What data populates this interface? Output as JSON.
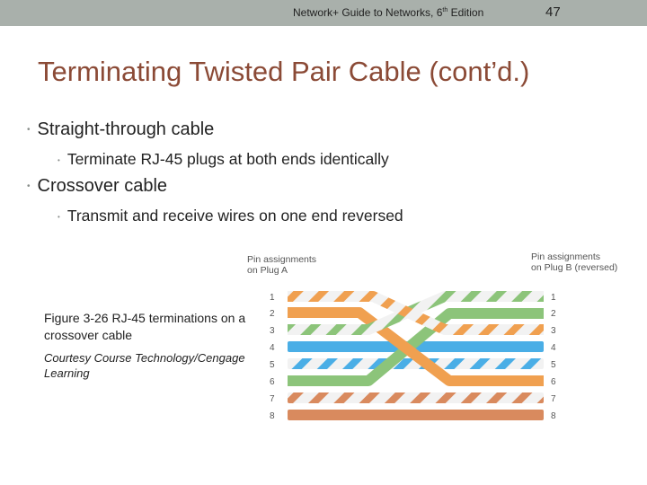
{
  "header": {
    "text_main": "Network+ Guide to Networks, 6",
    "text_sup": "th",
    "text_tail": " Edition",
    "page_number": "47"
  },
  "slide": {
    "title": "Terminating Twisted Pair Cable (cont’d.)",
    "bullets": [
      {
        "text": "Straight-through cable",
        "sub": [
          "Terminate RJ-45 plugs at both ends identically"
        ]
      },
      {
        "text": "Crossover cable",
        "sub": [
          "Transmit and receive wires on one end reversed"
        ]
      }
    ],
    "caption": "Figure 3-26 RJ-45 terminations on a crossover cable",
    "credit": "Courtesy Course Technology/Cengage Learning"
  },
  "figure": {
    "label_left": "Pin assignments\non Plug A",
    "label_right": "Pin assignments\non Plug B (reversed)",
    "pins_left": [
      "1",
      "2",
      "3",
      "4",
      "5",
      "6",
      "7",
      "8"
    ],
    "pins_right": [
      "1",
      "2",
      "3",
      "4",
      "5",
      "6",
      "7",
      "8"
    ],
    "colors": {
      "orange": "#f0a050",
      "green": "#8cc47a",
      "blue": "#4aaee6",
      "brown": "#d98a5e",
      "stripe_bg": "#f2f2f2"
    }
  }
}
